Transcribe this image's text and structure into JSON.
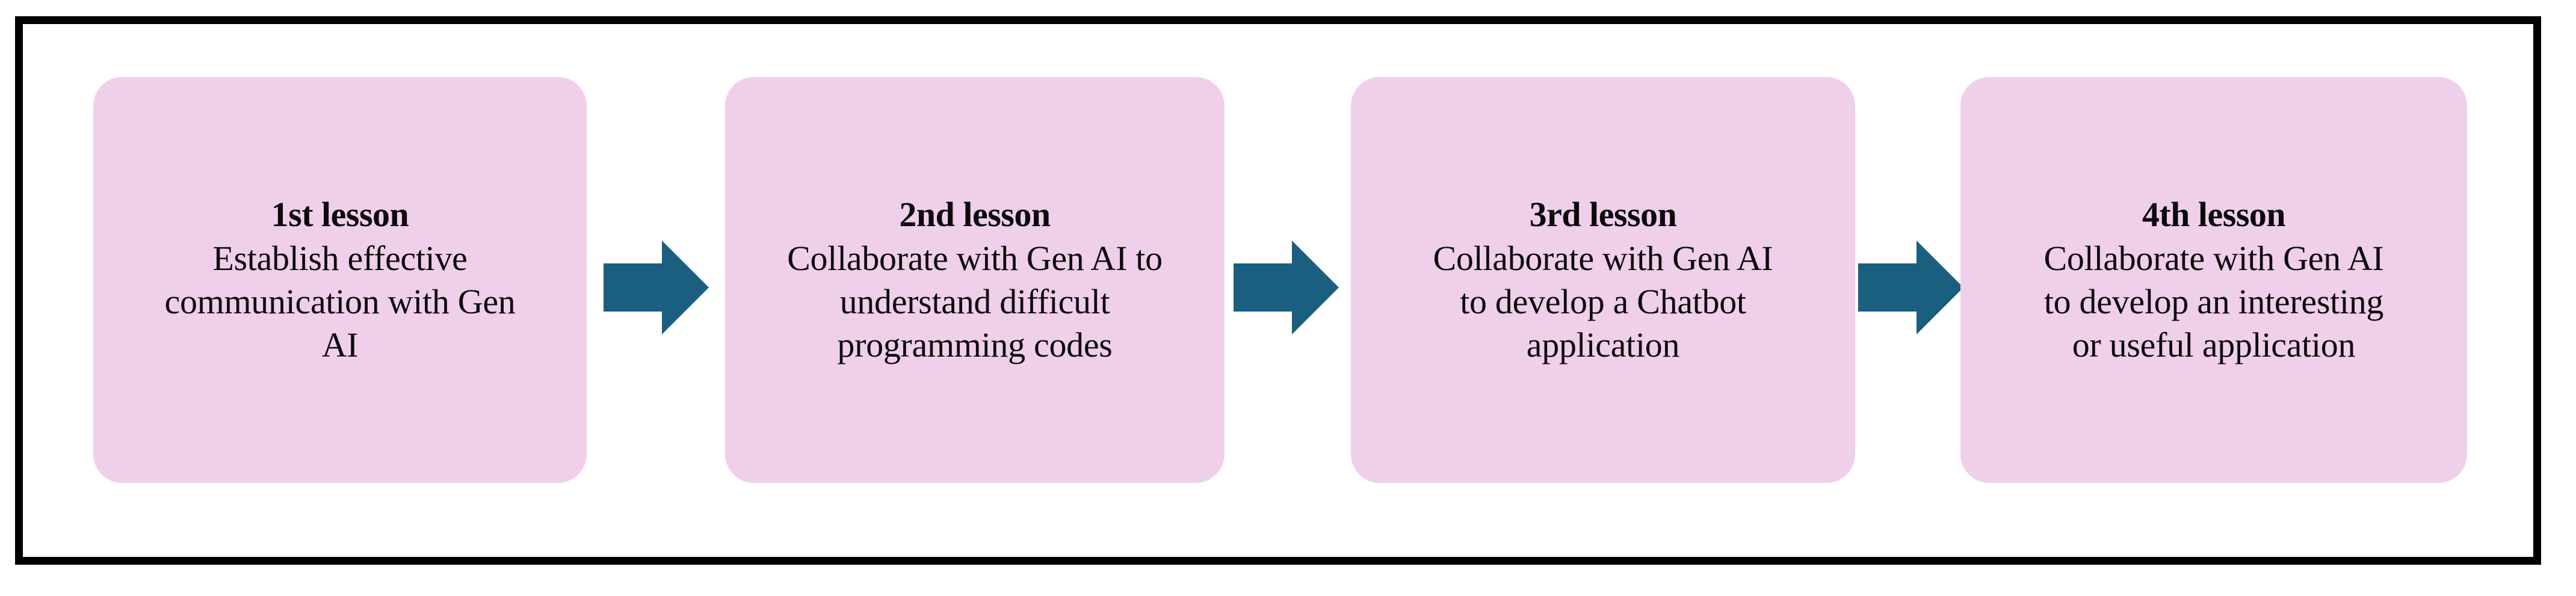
{
  "diagram": {
    "type": "horizontal-process-flow",
    "direction": "left-to-right",
    "step_count": 4,
    "arrow_count": 3,
    "colors": {
      "box_fill": "#f0cfea",
      "arrow_fill": "#1a5e80",
      "frame_border": "#000000",
      "background": "#ffffff",
      "text": "#0b0b0b"
    },
    "steps": [
      {
        "title": "1st lesson",
        "description": "Establish effective communication with Gen AI"
      },
      {
        "title": "2nd lesson",
        "description": "Collaborate with Gen AI to understand difficult programming codes"
      },
      {
        "title": "3rd lesson",
        "description": "Collaborate with Gen AI to develop a Chatbot application"
      },
      {
        "title": "4th lesson",
        "description": "Collaborate with Gen AI to develop an interesting or useful application"
      }
    ],
    "arrows": [
      {
        "label": "arrow-step-1-to-2",
        "glyph": "right-block-arrow"
      },
      {
        "label": "arrow-step-2-to-3",
        "glyph": "right-block-arrow"
      },
      {
        "label": "arrow-step-3-to-4",
        "glyph": "right-block-arrow"
      }
    ]
  }
}
